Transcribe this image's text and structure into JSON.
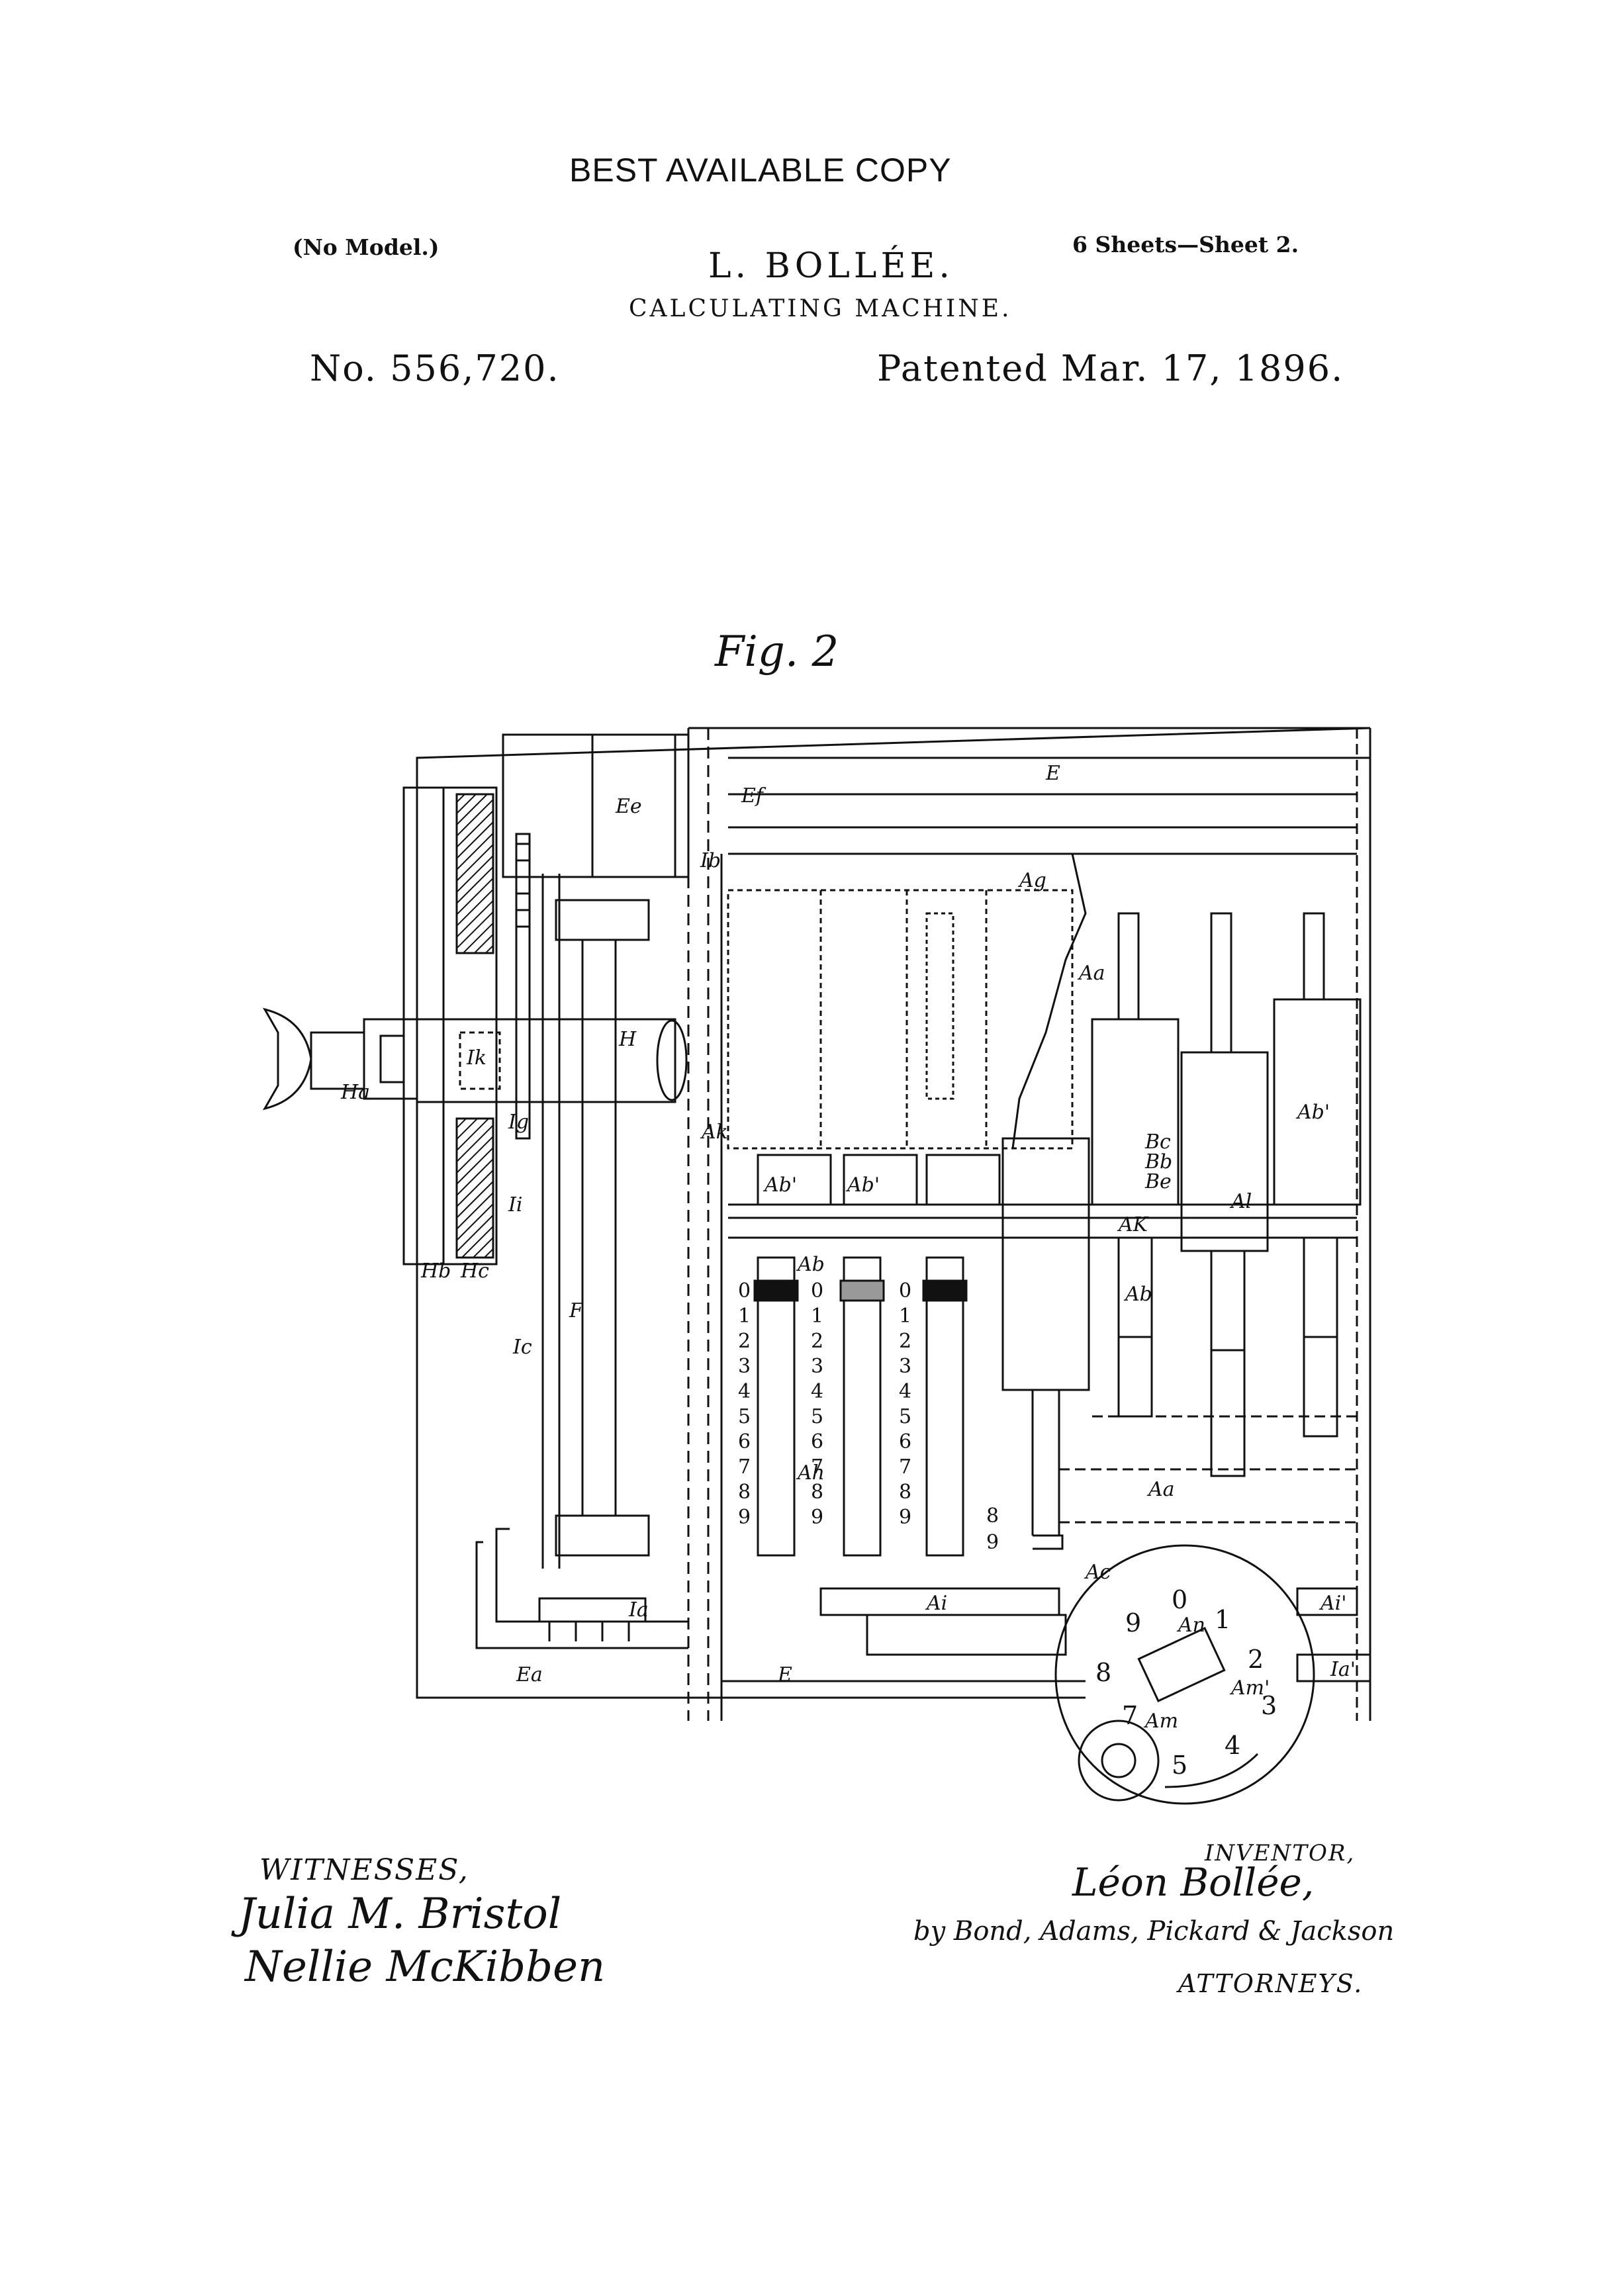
{
  "header": {
    "stamp": "BEST AVAILABLE COPY",
    "model": "(No Model.)",
    "inventor_name": "L. BOLLÉE.",
    "sheets": "6 Sheets—Sheet 2.",
    "title": "CALCULATING MACHINE.",
    "patent_no": "No. 556,720.",
    "patented": "Patented Mar. 17, 1896."
  },
  "figure": {
    "label": "Fig. 2",
    "parts": {
      "E": "E",
      "Ee": "Ee",
      "Ef": "Ef",
      "Ib": "Ib",
      "Ag": "Ag",
      "Aa": "Aa",
      "Ha": "Ha",
      "H": "H",
      "Ik": "Ik",
      "Ig": "Ig",
      "Ii": "Ii",
      "Hb": "Hb",
      "Hc": "Hc",
      "Ic": "Ic",
      "F": "F",
      "Ab1": "Ab'",
      "Ab2": "Ab'",
      "Ab3": "Ab",
      "Ak": "Ak",
      "AK": "AK",
      "Bc": "Bc",
      "Bb": "Bb",
      "Be": "Be",
      "Al": "Al",
      "Ab4": "Ab",
      "Ab5": "Ab'",
      "Ah": "Ah",
      "Aa2": "Aa",
      "Ac": "Ac",
      "Ia": "Ia",
      "Ai": "Ai",
      "Ai1": "Ai'",
      "Ia1": "Ia'",
      "Ea": "Ea",
      "E2": "E",
      "An": "An",
      "Am1": "Am'",
      "Am": "Am"
    },
    "digits": [
      "0",
      "1",
      "2",
      "3",
      "4",
      "5",
      "6",
      "7",
      "8",
      "9"
    ],
    "dial_digits": [
      "0",
      "1",
      "2",
      "3",
      "4",
      "5",
      "6",
      "7",
      "8",
      "9"
    ]
  },
  "footer": {
    "witnesses_label": "WITNESSES,",
    "witness1": "Julia M. Bristol",
    "witness2": "Nellie McKibben",
    "inventor_label": "INVENTOR,",
    "inventor_signature": "Léon Bollée,",
    "attorneys_signature": "by Bond, Adams, Pickard & Jackson",
    "attorneys_label": "ATTORNEYS."
  }
}
